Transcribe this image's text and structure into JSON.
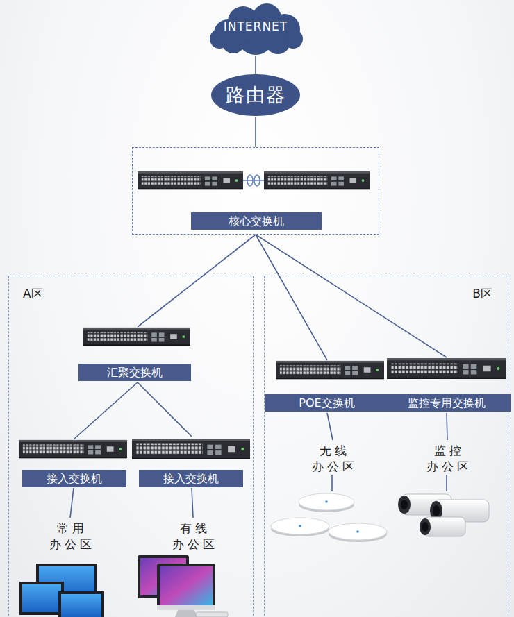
{
  "diagram": {
    "nodes": [
      {
        "text": [
          "INTERNET"
        ]
      },
      {
        "text": [
          "路由器"
        ]
      },
      {
        "text": [
          "核心交换机"
        ]
      },
      {
        "text": [
          "A区"
        ]
      },
      {
        "text": [
          "B区"
        ]
      },
      {
        "text": [
          "汇聚交换机"
        ],
        "in": 3
      },
      {
        "text": [
          "接入交换机"
        ],
        "in": 3
      },
      {
        "text": [
          "接入交换机"
        ],
        "in": 3
      },
      {
        "text": [
          "常用 办公区"
        ],
        "in": 3
      },
      {
        "text": [
          "有线 办公区"
        ],
        "in": 3
      },
      {
        "text": [
          "POE交换机"
        ],
        "in": 4
      },
      {
        "text": [
          "监控专用交换机"
        ],
        "in": 4
      },
      {
        "text": [
          "无线 办公区"
        ],
        "in": 4
      },
      {
        "text": [
          "监控 办公区"
        ],
        "in": 4
      }
    ],
    "edges": [
      {
        "from": 0,
        "to": 1,
        "arrow": "none"
      },
      {
        "from": 1,
        "to": 2,
        "arrow": "none"
      },
      {
        "from": 2,
        "to": 5,
        "arrow": "none"
      },
      {
        "from": 2,
        "to": 10,
        "arrow": "none"
      },
      {
        "from": 2,
        "to": 11,
        "arrow": "none"
      },
      {
        "from": 5,
        "to": 6,
        "arrow": "none"
      },
      {
        "from": 5,
        "to": 7,
        "arrow": "none"
      },
      {
        "from": 6,
        "to": 8,
        "arrow": "none"
      },
      {
        "from": 7,
        "to": 9,
        "arrow": "none"
      },
      {
        "from": 10,
        "to": 12,
        "arrow": "none"
      },
      {
        "from": 11,
        "to": 13,
        "arrow": "none"
      }
    ]
  }
}
